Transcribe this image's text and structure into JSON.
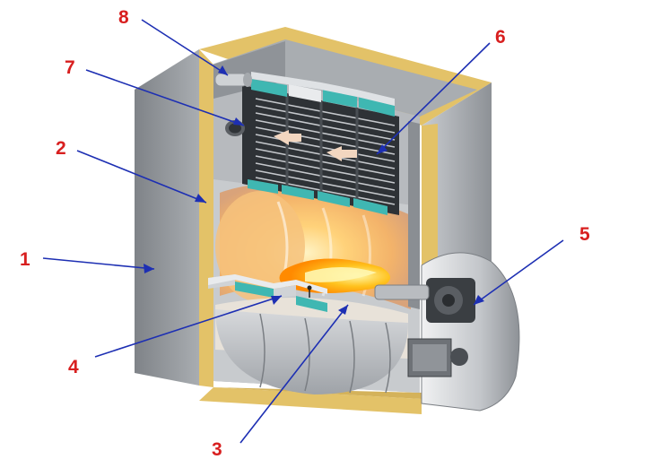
{
  "callouts": [
    {
      "id": "1",
      "label": "1"
    },
    {
      "id": "2",
      "label": "2"
    },
    {
      "id": "3",
      "label": "3"
    },
    {
      "id": "4",
      "label": "4"
    },
    {
      "id": "5",
      "label": "5"
    },
    {
      "id": "6",
      "label": "6"
    },
    {
      "id": "7",
      "label": "7"
    },
    {
      "id": "8",
      "label": "8"
    }
  ],
  "colors": {
    "casing": "#9b9fa4",
    "insulation": "#e3c268",
    "callout_text": "#d81f1f",
    "leader_line": "#1d2fb3",
    "flame": "#ffb11a",
    "turbulator": "#3fb7b2"
  }
}
